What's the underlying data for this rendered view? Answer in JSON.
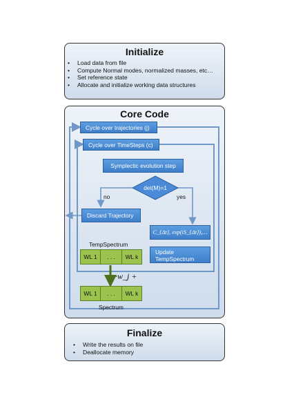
{
  "initialize": {
    "title": "Initialize",
    "items": [
      "Load data from file",
      "Compute Normal modes, normalized masses, etc…",
      "Set reference state",
      "Allocate and initialize working data structures"
    ]
  },
  "core": {
    "title": "Core Code",
    "cycle_traj": "Cycle over trajectories (j)",
    "cycle_time": "Cycle over TimeSteps (c)",
    "symplectic": "Symplectic evolution step",
    "decision": "det(M)=1",
    "no_label": "no",
    "yes_label": "yes",
    "discard": "Discard Trajectory",
    "compute": "C_{Δt}, exp(iS_{Δt}),…",
    "update_line1": "Update",
    "update_line2": "TempSpectrum",
    "temp_spectrum": "TempSpectrum",
    "spectrum": "Spectrum",
    "weight": "·w_j +",
    "wl_first": "WL 1",
    "wl_mid": ". . .",
    "wl_last": "WL k"
  },
  "finalize": {
    "title": "Finalize",
    "items": [
      "Write the results on file",
      "Deallocate memory"
    ]
  },
  "colors": {
    "box_blue": "#4a8ad6",
    "wire_blue": "#6f97c7",
    "wl_green": "#9bc34e",
    "arrow_green": "#4e6f1c"
  }
}
